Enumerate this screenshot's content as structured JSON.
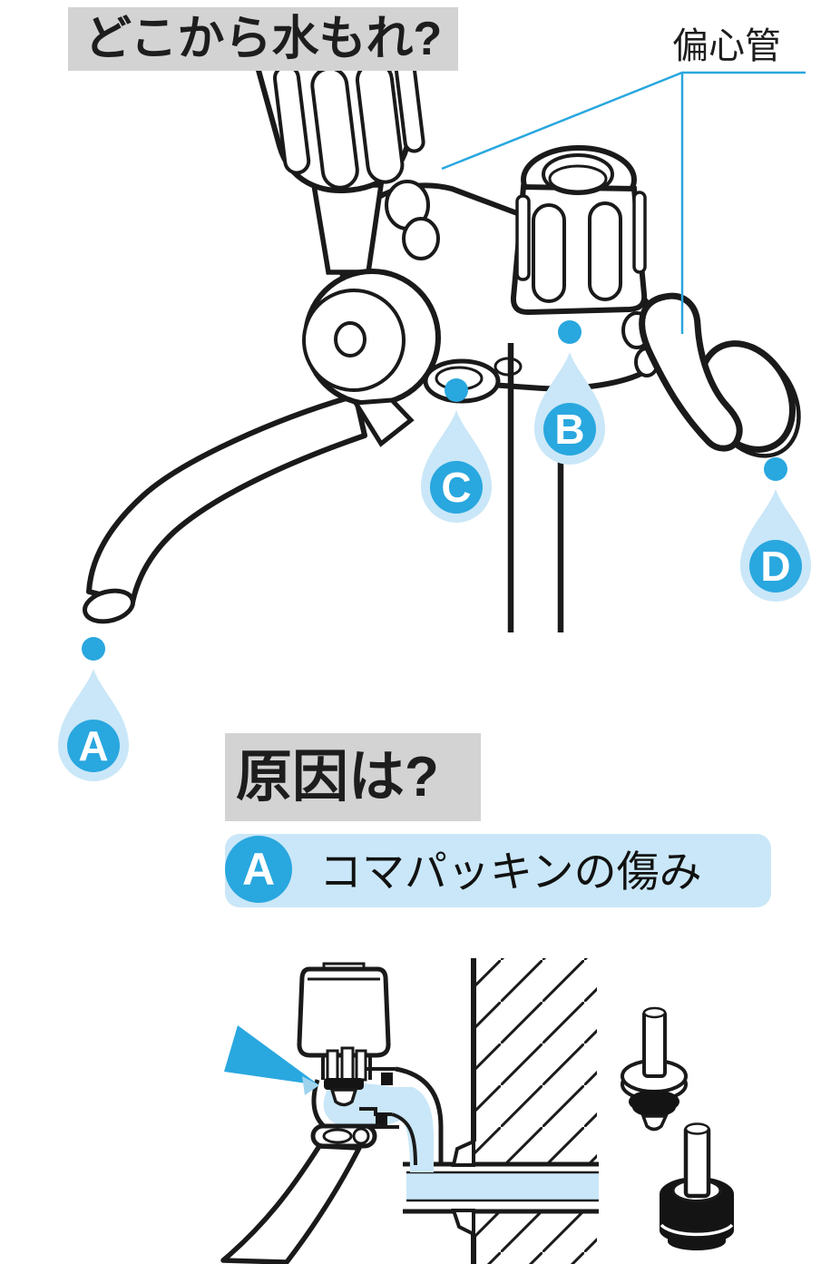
{
  "title": "どこから水もれ?",
  "diagram": {
    "part_label": "偏心管",
    "leak_points": [
      {
        "id": "A"
      },
      {
        "id": "B"
      },
      {
        "id": "C"
      },
      {
        "id": "D"
      }
    ]
  },
  "cause_section": {
    "heading": "原因は?",
    "items": [
      {
        "marker": "A",
        "label": "コマパッキンの傷み"
      }
    ]
  },
  "colors": {
    "accent_blue": "#29A7DF",
    "light_blue": "#C9E7F8",
    "heading_bg": "#D3D3D3",
    "line_black": "#1A1A1A"
  }
}
